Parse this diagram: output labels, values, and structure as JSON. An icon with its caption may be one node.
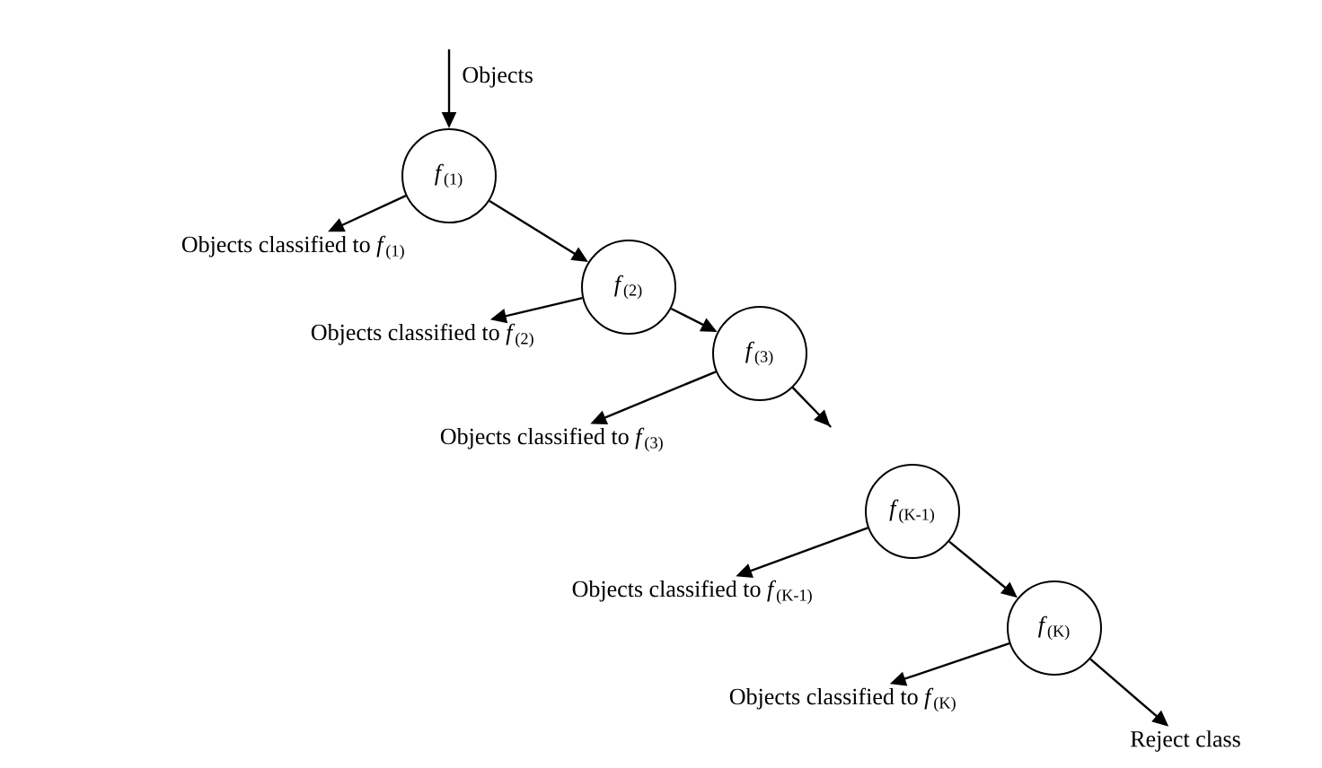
{
  "diagram": {
    "nodes": [
      {
        "text": [
          "*f*$_{(1)}$"
        ]
      },
      {
        "text": [
          "Objects classified to *f*$_{(1)}$"
        ]
      },
      {
        "text": [
          "*f*$_{(2)}$"
        ]
      },
      {
        "text": [
          "Objects classified to *f*$_{(2)}$"
        ]
      },
      {
        "text": [
          "*f*$_{(3)}$"
        ]
      },
      {
        "text": [
          "Objects classified to *f*$_{(3)}$"
        ]
      },
      {
        "text": [
          "*f*$_{(K-1)}$"
        ]
      },
      {
        "text": [
          "Objects classified to *f*$_{(K-1)}$"
        ]
      },
      {
        "text": [
          "*f*$_{(K)}$"
        ]
      },
      {
        "text": [
          "Objects classified to *f*$_{(K)}$"
        ]
      },
      {
        "text": [
          "Reject class"
        ]
      }
    ],
    "edges": [
      {
        "from": null,
        "to": 0,
        "arrow": "to",
        "label": "Objects"
      },
      {
        "from": 0,
        "to": 1,
        "arrow": "to"
      },
      {
        "from": 0,
        "to": 2,
        "arrow": "to"
      },
      {
        "from": 2,
        "to": 3,
        "arrow": "to"
      },
      {
        "from": 2,
        "to": 4,
        "arrow": "to"
      },
      {
        "from": 4,
        "to": 5,
        "arrow": "to"
      },
      {
        "from": 4,
        "to": 6,
        "arrow": "to",
        "style": "dashed"
      },
      {
        "from": 6,
        "to": 7,
        "arrow": "to"
      },
      {
        "from": 6,
        "to": 8,
        "arrow": "to"
      },
      {
        "from": 8,
        "to": 9,
        "arrow": "to"
      },
      {
        "from": 8,
        "to": 10,
        "arrow": "to"
      }
    ]
  }
}
